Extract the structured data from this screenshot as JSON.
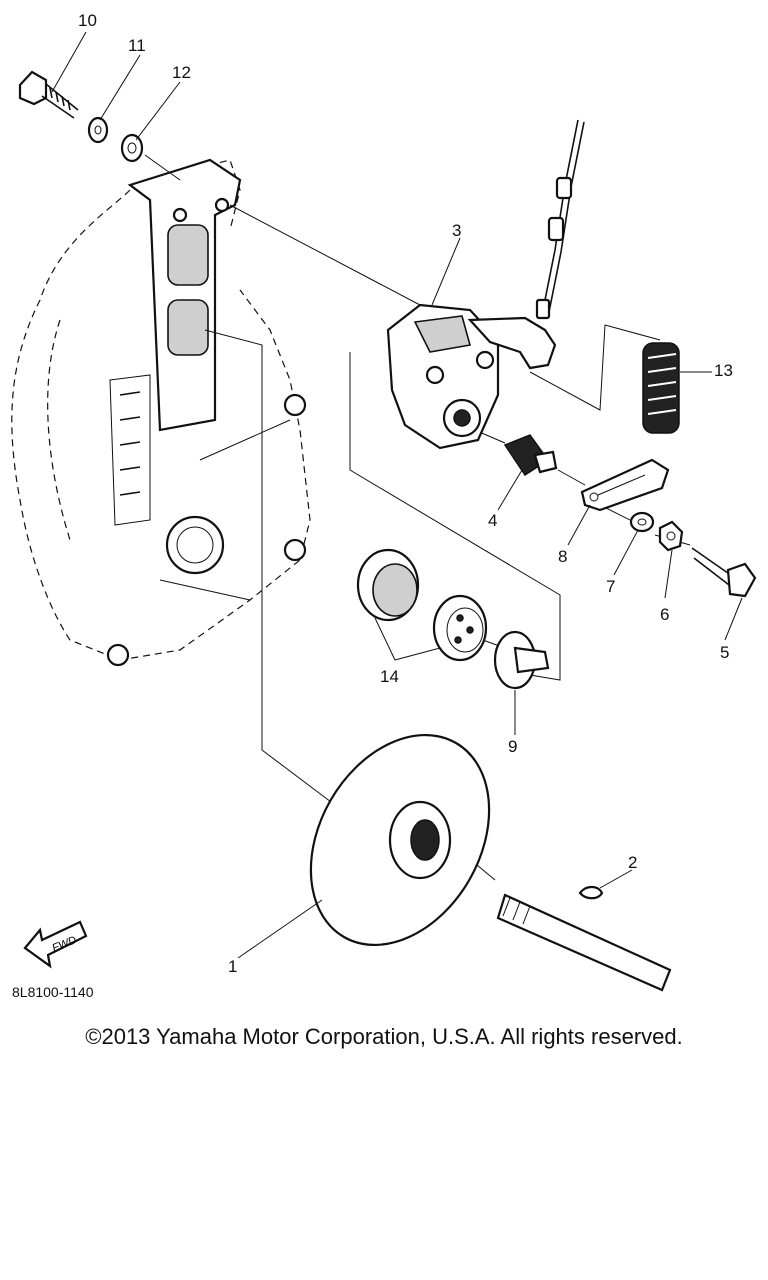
{
  "callouts": {
    "p1": "1",
    "p2": "2",
    "p3": "3",
    "p4": "4",
    "p5": "5",
    "p6": "6",
    "p7": "7",
    "p8": "8",
    "p9": "9",
    "p10": "10",
    "p11": "11",
    "p12": "12",
    "p13": "13",
    "p14": "14"
  },
  "fwd_label": "FWD",
  "diagram_code": "8L8100-1140",
  "copyright": "©2013 Yamaha Motor Corporation, U.S.A. All rights reserved."
}
